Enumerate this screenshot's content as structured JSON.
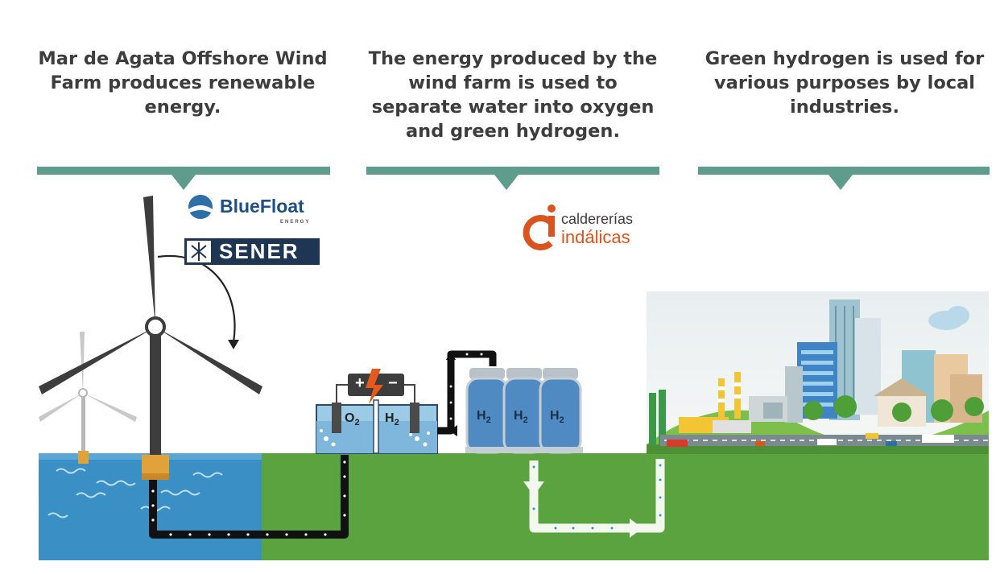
{
  "headings": [
    "Mar de Agata Offshore Wind Farm produces renewable energy.",
    "The energy produced by the wind farm is used to separate water into oxygen and green hydrogen.",
    "Green hydrogen is used for various purposes by local industries."
  ],
  "logos": {
    "bluefloat_main": "BlueFloat",
    "bluefloat_sub": "ENERGY",
    "sener": "SENER",
    "calderer_line1": "caldererías",
    "calderer_line2": "indálicas"
  },
  "electrolyzer": {
    "o2": "O",
    "o2_sub": "2",
    "h2": "H",
    "h2_sub": "2",
    "plus": "+",
    "minus": "−"
  },
  "tanks": [
    {
      "label": "H",
      "sub": "2"
    },
    {
      "label": "H",
      "sub": "2"
    },
    {
      "label": "H",
      "sub": "2"
    }
  ],
  "colors": {
    "accent_bar": "#5e9c8c",
    "sea": "#3a8fc4",
    "ground": "#5aa33f",
    "heading_text": "#3d3d3d",
    "bluefloat": "#2e6fa8",
    "sener_bg": "#1f3554",
    "calderer": "#d9541f"
  }
}
